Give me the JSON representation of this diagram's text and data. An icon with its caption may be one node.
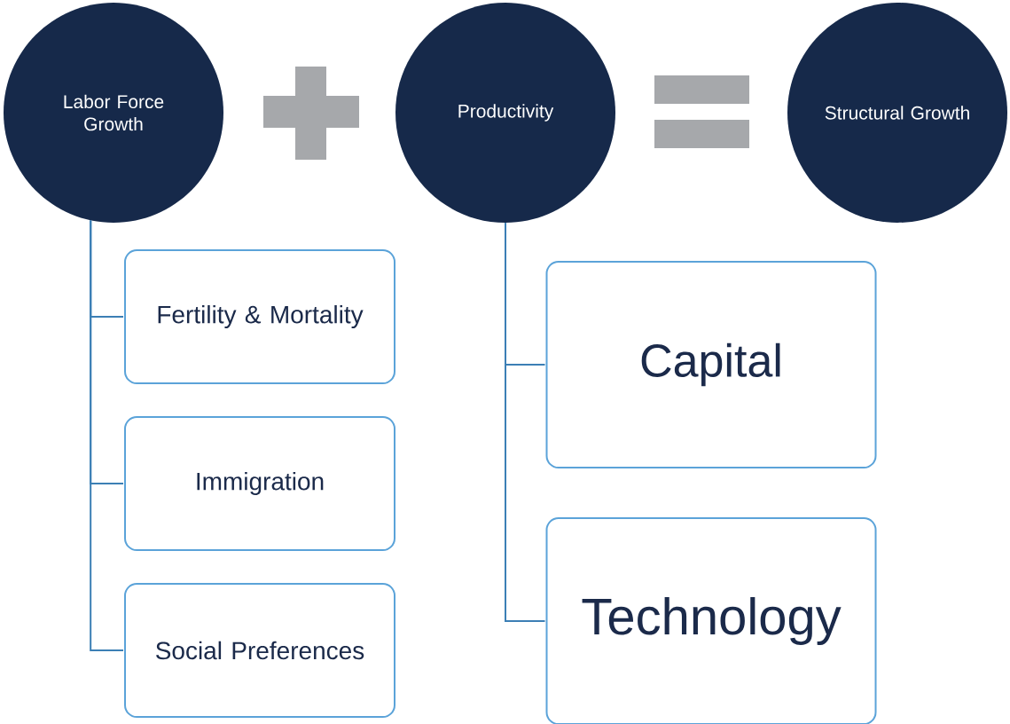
{
  "diagram": {
    "nodes": [
      {
        "text": [
          "Labor Force Growth"
        ]
      },
      {
        "text": [
          "Productivity"
        ]
      },
      {
        "text": [
          "Structural Growth"
        ]
      },
      {
        "text": [
          "Fertility & Mortality"
        ]
      },
      {
        "text": [
          "Immigration"
        ]
      },
      {
        "text": [
          "Social Preferences"
        ]
      },
      {
        "text": [
          "Capital"
        ]
      },
      {
        "text": [
          "Technology"
        ]
      }
    ],
    "edges": [
      {
        "from": 0,
        "to": 3,
        "arrow": "none"
      },
      {
        "from": 0,
        "to": 4,
        "arrow": "none"
      },
      {
        "from": 0,
        "to": 5,
        "arrow": "none"
      },
      {
        "from": 1,
        "to": 6,
        "arrow": "none"
      },
      {
        "from": 1,
        "to": 7,
        "arrow": "none"
      }
    ]
  }
}
